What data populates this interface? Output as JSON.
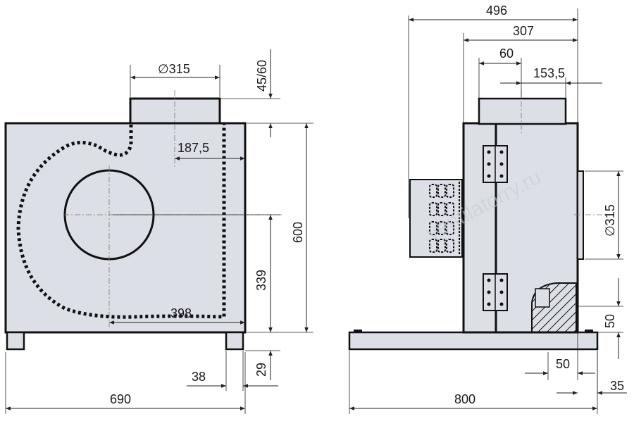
{
  "colors": {
    "body_fill": "#dcdfe6",
    "outline": "#111111",
    "dim_line": "#222222",
    "center_line": "#777777",
    "watermark": "#c9ccd3"
  },
  "front_view": {
    "dims": {
      "outlet_diameter": "∅315",
      "flange_height": "45/60",
      "outlet_offset": "187,5",
      "total_height": "600",
      "inlet_height": "339",
      "inlet_offset": "398",
      "foot_width": "38",
      "foot_height": "29",
      "total_width": "690"
    }
  },
  "side_view": {
    "dims": {
      "total_depth": "496",
      "body_depth": "307",
      "outlet_width": "60",
      "outlet_offset": "153,5",
      "inlet_diameter": "∅315",
      "hatch_height": "50",
      "hatch_width": "50",
      "base_overhang": "35",
      "base_length": "800"
    },
    "watermark": "ventilatorry.ru"
  }
}
